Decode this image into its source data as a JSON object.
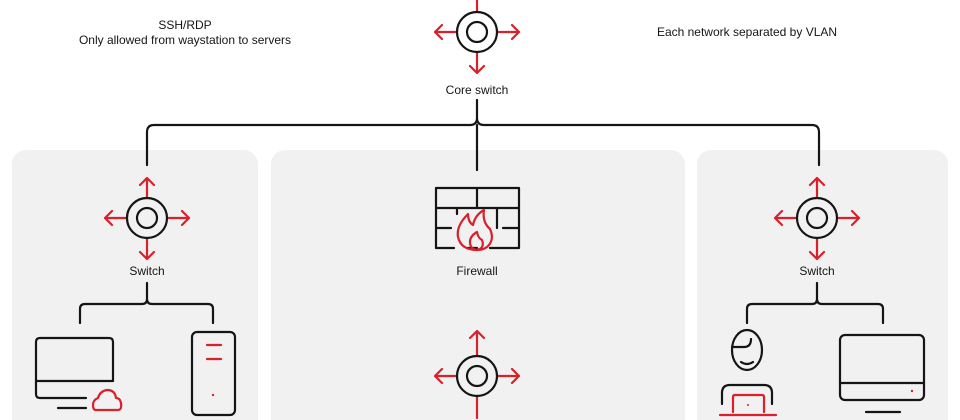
{
  "annotations": {
    "ssh_title": "SSH/RDP",
    "ssh_detail": "Only allowed from waystation to servers",
    "vlan_note": "Each network separated by VLAN"
  },
  "nodes": {
    "core_switch": "Core switch",
    "left_switch": "Switch",
    "firewall": "Firewall",
    "right_switch": "Switch"
  },
  "colors": {
    "accent": "#d9202b",
    "line": "#151515",
    "panel": "#f1f1f1"
  }
}
